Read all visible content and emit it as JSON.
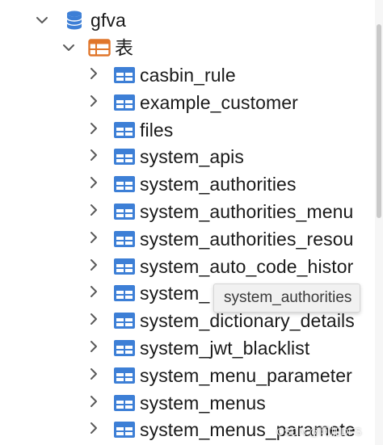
{
  "tree": {
    "database": {
      "label": "gfva",
      "expanded": true,
      "icon": "database-icon"
    },
    "group": {
      "label": "表",
      "expanded": true,
      "icon": "folder-table-icon"
    },
    "tables": [
      {
        "label": "casbin_rule"
      },
      {
        "label": "example_customer"
      },
      {
        "label": "files"
      },
      {
        "label": "system_apis"
      },
      {
        "label": "system_authorities"
      },
      {
        "label": "system_authorities_menu"
      },
      {
        "label": "system_authorities_resou"
      },
      {
        "label": "system_auto_code_histor"
      },
      {
        "label": "system_"
      },
      {
        "label": "system_dictionary_details"
      },
      {
        "label": "system_jwt_blacklist"
      },
      {
        "label": "system_menu_parameter"
      },
      {
        "label": "system_menus"
      },
      {
        "label": "system_menus_paramete"
      }
    ]
  },
  "tooltip": {
    "text": "system_authorities"
  },
  "watermark": {
    "text": "CSDN @阿加DFS"
  },
  "colors": {
    "table_icon": "#3d7fd6",
    "folder_icon": "#e0762b",
    "database_icon": "#3d7fd6",
    "chevron": "#5a5a5a",
    "text": "#1a1a1a"
  }
}
